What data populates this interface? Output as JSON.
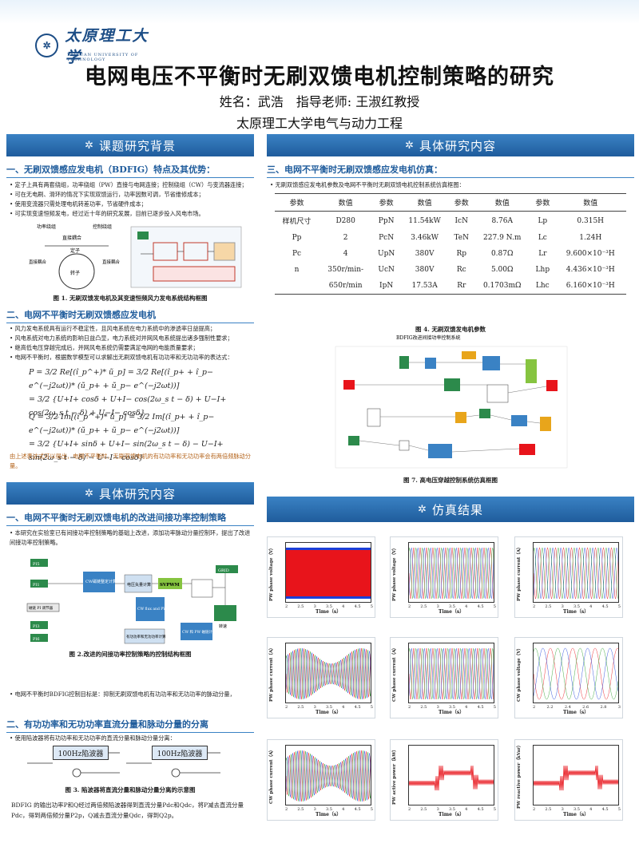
{
  "header": {
    "logo_text": "太原理工大学",
    "logo_sub": "TAIYUAN UNIVERSITY OF TECHNOLOGY",
    "title": "电网电压不平衡时无刷双馈电机控制策略的研究",
    "authors": "姓名：武浩　指导老师: 王淑红教授",
    "affiliation": "太原理工大学电气与动力工程"
  },
  "left": {
    "bg_section": "课题研究背景",
    "sub1": "一、无刷双馈感应发电机（BDFIG）特点及其优势：",
    "sub1_bullets": [
      "定子上具有两套绕组，功率绕组（PW）直接与电网连接；控制绕组（CW）与变流器连接；",
      "可在无电刷、滑环的情况下实现双馈运行，功率因数可调，节省维修成本；",
      "使用变流器只需处理电机转差功率，节省硬件成本；",
      "可实现变速恒频发电，经过近十年的研究发展，目前已逐步投入风电市场。"
    ],
    "fig1_caption": "图 1. 无刷双馈发电机及其变速恒频风力发电系统结构框图",
    "fig1_labels": {
      "pw": "功率绕组",
      "cw": "控制绕组",
      "cross": "直接耦合",
      "stator": "定子",
      "rotor": "转子",
      "direct_a": "直接耦合",
      "direct_b": "直接耦合"
    },
    "sub2": "二、电网不平衡时无刷双馈感应发电机",
    "sub2_bullets": [
      "风力发电系统具有运行不稳定性，且风电系统在电力系统中的渗透率日益提高；",
      "风电系统对电力系统的影响日益凸显，电力系统对并网风电系统提出诸多强制性要求；",
      "继高低电压穿越完成后，并网风电系统仍需要满足电网的电能质量要求；",
      "电网不平衡时，根据数学模型可以求解出无刷双馈电机有功功率和无功功率的表达式："
    ],
    "formula_p1": "P = 3/2 Re[(î_p^+)* ũ_p] = 3/2 Re[(î_p+ + î_p− e^(−j2ωt))* (ũ_p+ + ũ_p− e^(−j2ωt))]",
    "formula_p2": "= 3/2 {U+I+ cosδ + U+I− cos(2ω_s t − δ) + U−I+ cos(2ω_s t − δ) + U−I− cosδ}",
    "formula_q1": "Q = 3/2 Im[(î_p^+)* ũ_p] = 3/2 Im[(î_p+ + î_p− e^(−j2ωt))* (ũ_p+ + ũ_p− e^(−j2ωt))]",
    "formula_q2": "= 3/2 {U+I+ sinδ + U+I− sin(2ω_s t − δ) − U−I+ sin(2ω_s t − δ) − U−I− cosδ}",
    "note": "由上述表达式可以得出，电网不平衡时，无刷双馈电机的有功功率和无功功率会有两倍频脉动分量。",
    "content_section": "具体研究内容",
    "sub3": "一、电网不平衡时无刷双馈电机的改进间接功率控制策略",
    "sub3_bullets": [
      "本研究在实验室已有间接功率控制策略的基础上改进，添加功率脉动分量控制环，提出了改进间接功率控制策略。"
    ],
    "fig2_caption": "图 2.改进的间接功率控制策略的控制结构框图",
    "fig2_labels": {
      "pi1": "PI5",
      "pi2": "PI1",
      "pi3": "PI3",
      "pi4": "PI6",
      "flux": "磁链 PI 调节器",
      "cw_ctrl": "CW磁链整定计算",
      "volt": "电压矢量计算",
      "svpwm": "SVPWM",
      "est": "CW flux and PW flux estimator",
      "grid": "GRID",
      "calc": "有功功率和无功功率计算",
      "cw_pw": "CW 和 PW 磁链计算",
      "gen": "转速"
    },
    "bullet_b": "电网不平衡时BDFIG控制目标是：抑制无刷双馈电机有功功率和无功功率的脉动分量，",
    "sub4": "二、有功功率和无功功率直流分量和脉动分量的分离",
    "sub4_bullets": [
      "使用陷波器将有功功率和无功功率的直流分量和脉动分量分离："
    ],
    "filter_label": "100Hz陷波器",
    "fig3_caption": "图 3. 陷波器将直流分量和脉动分量分离的示意图",
    "closing_text": "BDFIG 的输出功率P和Q经过两倍频陷波器得到直流分量Pdc和Qdc，将P减去直流分量Pdc，得到两倍频分量P2p，Q减去直流分量Qdc，得到Q2p。"
  },
  "right": {
    "content_section": "具体研究内容",
    "sub1": "三、电网不平衡时无刷双馈感应发电机仿真：",
    "sub1_bullet": "无刷双馈感应发电机参数及电网不平衡时无刷双馈电机控制系统仿真框图：",
    "table": {
      "headers": [
        "参数",
        "数值",
        "参数",
        "数值",
        "参数",
        "数值",
        "参数",
        "数值"
      ],
      "rows": [
        [
          "样机尺寸",
          "D280",
          "PpN",
          "11.54kW",
          "IcN",
          "8.76A",
          "Lp",
          "0.315H"
        ],
        [
          "Pp",
          "2",
          "PcN",
          "3.46kW",
          "TeN",
          "227.9 N.m",
          "Lc",
          "1.24H"
        ],
        [
          "Pc",
          "4",
          "UpN",
          "380V",
          "Rp",
          "0.87Ω",
          "Lr",
          "9.600×10⁻³H"
        ],
        [
          "n",
          "350r/min-",
          "UcN",
          "380V",
          "Rc",
          "5.00Ω",
          "Lhp",
          "4.436×10⁻³H"
        ],
        [
          "",
          "650r/min",
          "IpN",
          "17.53A",
          "Rr",
          "0.1703mΩ",
          "Lhc",
          "6.160×10⁻³H"
        ]
      ]
    },
    "fig4_caption": "图 4. 无刷双馈发电机参数",
    "fig7_title": "BDFIG改进间接功率控制系统",
    "fig7_caption": "图 7. 高电压穿越控制系统仿真框图",
    "results_section": "仿真结果",
    "plots": [
      {
        "ylabel": "PW phase voltage（V）",
        "xlabel": "Time（s）",
        "ticks": [
          "2",
          "2.5",
          "3",
          "3.5",
          "4",
          "4.5",
          "5"
        ]
      },
      {
        "ylabel": "PW phase voltage（V）",
        "xlabel": "Time（s）",
        "ticks": [
          "2",
          "2.5",
          "3",
          "3.5",
          "4",
          "4.5",
          "5"
        ]
      },
      {
        "ylabel": "PW phase current（A）",
        "xlabel": "Time（s）",
        "ticks": [
          "2",
          "2.5",
          "3",
          "3.5",
          "4",
          "4.5",
          "5"
        ]
      },
      {
        "ylabel": "PW phase current（A）",
        "xlabel": "Time（s）",
        "ticks": [
          "2",
          "2.5",
          "3",
          "3.5",
          "4",
          "4.5",
          "5"
        ]
      },
      {
        "ylabel": "CW phase current（A）",
        "xlabel": "Time（s）",
        "ticks": [
          "2",
          "2.5",
          "3",
          "3.5",
          "4",
          "4.5",
          "5"
        ]
      },
      {
        "ylabel": "CW phase voltage（V）",
        "xlabel": "Time（s）",
        "ticks": [
          "2",
          "2.2",
          "2.4",
          "2.6",
          "2.8",
          "3"
        ]
      },
      {
        "ylabel": "CW phase current（A）",
        "xlabel": "Time（s）",
        "ticks": [
          "2",
          "2.5",
          "3",
          "3.5",
          "4",
          "4.5",
          "5"
        ]
      },
      {
        "ylabel": "PW active power（kW）",
        "xlabel": "Time（s）",
        "ticks": [
          "2",
          "2.5",
          "3",
          "3.5",
          "4",
          "4.5",
          "5"
        ]
      },
      {
        "ylabel": "PW reactive power（kVar）",
        "xlabel": "Time（s）",
        "ticks": [
          "2",
          "2.5",
          "3",
          "3.5",
          "4",
          "4.5",
          "5"
        ]
      }
    ]
  },
  "colors": {
    "brand": "#1c4d86",
    "bar": "#2a6db5",
    "highlight": "#c0392b",
    "series": [
      "#e8141b",
      "#1c3fd8",
      "#2a9d2a",
      "#e8a51b"
    ]
  }
}
